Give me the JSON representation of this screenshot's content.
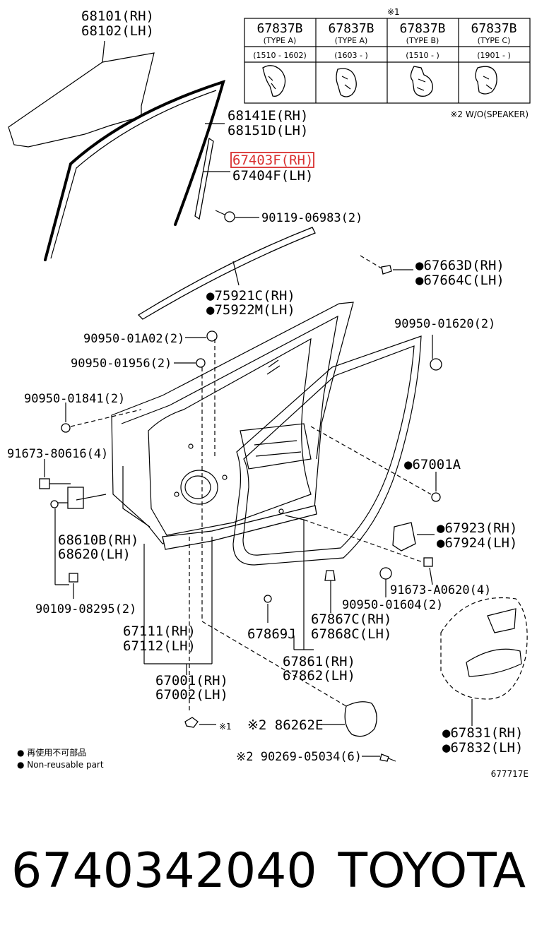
{
  "footer": {
    "part_number": "6740342040",
    "brand": "TOYOTA"
  },
  "table": {
    "top_mark": "※1",
    "cols": [
      {
        "part": "67837B",
        "type": "(TYPE A)",
        "range": "(1510 - 1602)"
      },
      {
        "part": "67837B",
        "type": "(TYPE A)",
        "range": "(1603 -      )"
      },
      {
        "part": "67837B",
        "type": "(TYPE B)",
        "range": "(1510 -      )"
      },
      {
        "part": "67837B",
        "type": "(TYPE C)",
        "range": "(1901 -      )"
      }
    ],
    "note": "※2 W/O(SPEAKER)"
  },
  "labels": {
    "l68101": "68101(RH)",
    "l68102": "68102(LH)",
    "l68141": "68141E(RH)",
    "l68151": "68151D(LH)",
    "l67403": "67403F(RH)",
    "l67404": "67404F(LH)",
    "l90119": "90119-06983(2)",
    "l67663": "●67663D(RH)",
    "l67664": "●67664C(LH)",
    "l75921": "●75921C(RH)",
    "l75922": "●75922M(LH)",
    "l90950a02": "90950-01A02(2)",
    "l90950620": "90950-01620(2)",
    "l90950956": "90950-01956(2)",
    "l90950841": "90950-01841(2)",
    "l91673a": "91673-80616(4)",
    "l67001a": "●67001A",
    "l68610": "68610B(RH)",
    "l68620": "68620(LH)",
    "l67923": "●67923(RH)",
    "l67924": "●67924(LH)",
    "l91673b": "91673-A0620(4)",
    "l90109": "90109-08295(2)",
    "l90950604": "90950-01604(2)",
    "l67867": "67867C(RH)",
    "l67868": "67868C(LH)",
    "l67869": "67869J",
    "l67111": "67111(RH)",
    "l67112": "67112(LH)",
    "l67861": "67861(RH)",
    "l67862": "67862(LH)",
    "l67001": "67001(RH)",
    "l67002": "67002(LH)",
    "mark1": "※1",
    "l86262": "※2 86262E",
    "l67831": "●67831(RH)",
    "l67832": "●67832(LH)",
    "l90269": "※2  90269-05034(6)",
    "legend_jp": "● 再使用不可部品",
    "legend_en": "● Non-reusable part",
    "drawing_id": "677717E"
  },
  "highlight_color": "#d93030"
}
